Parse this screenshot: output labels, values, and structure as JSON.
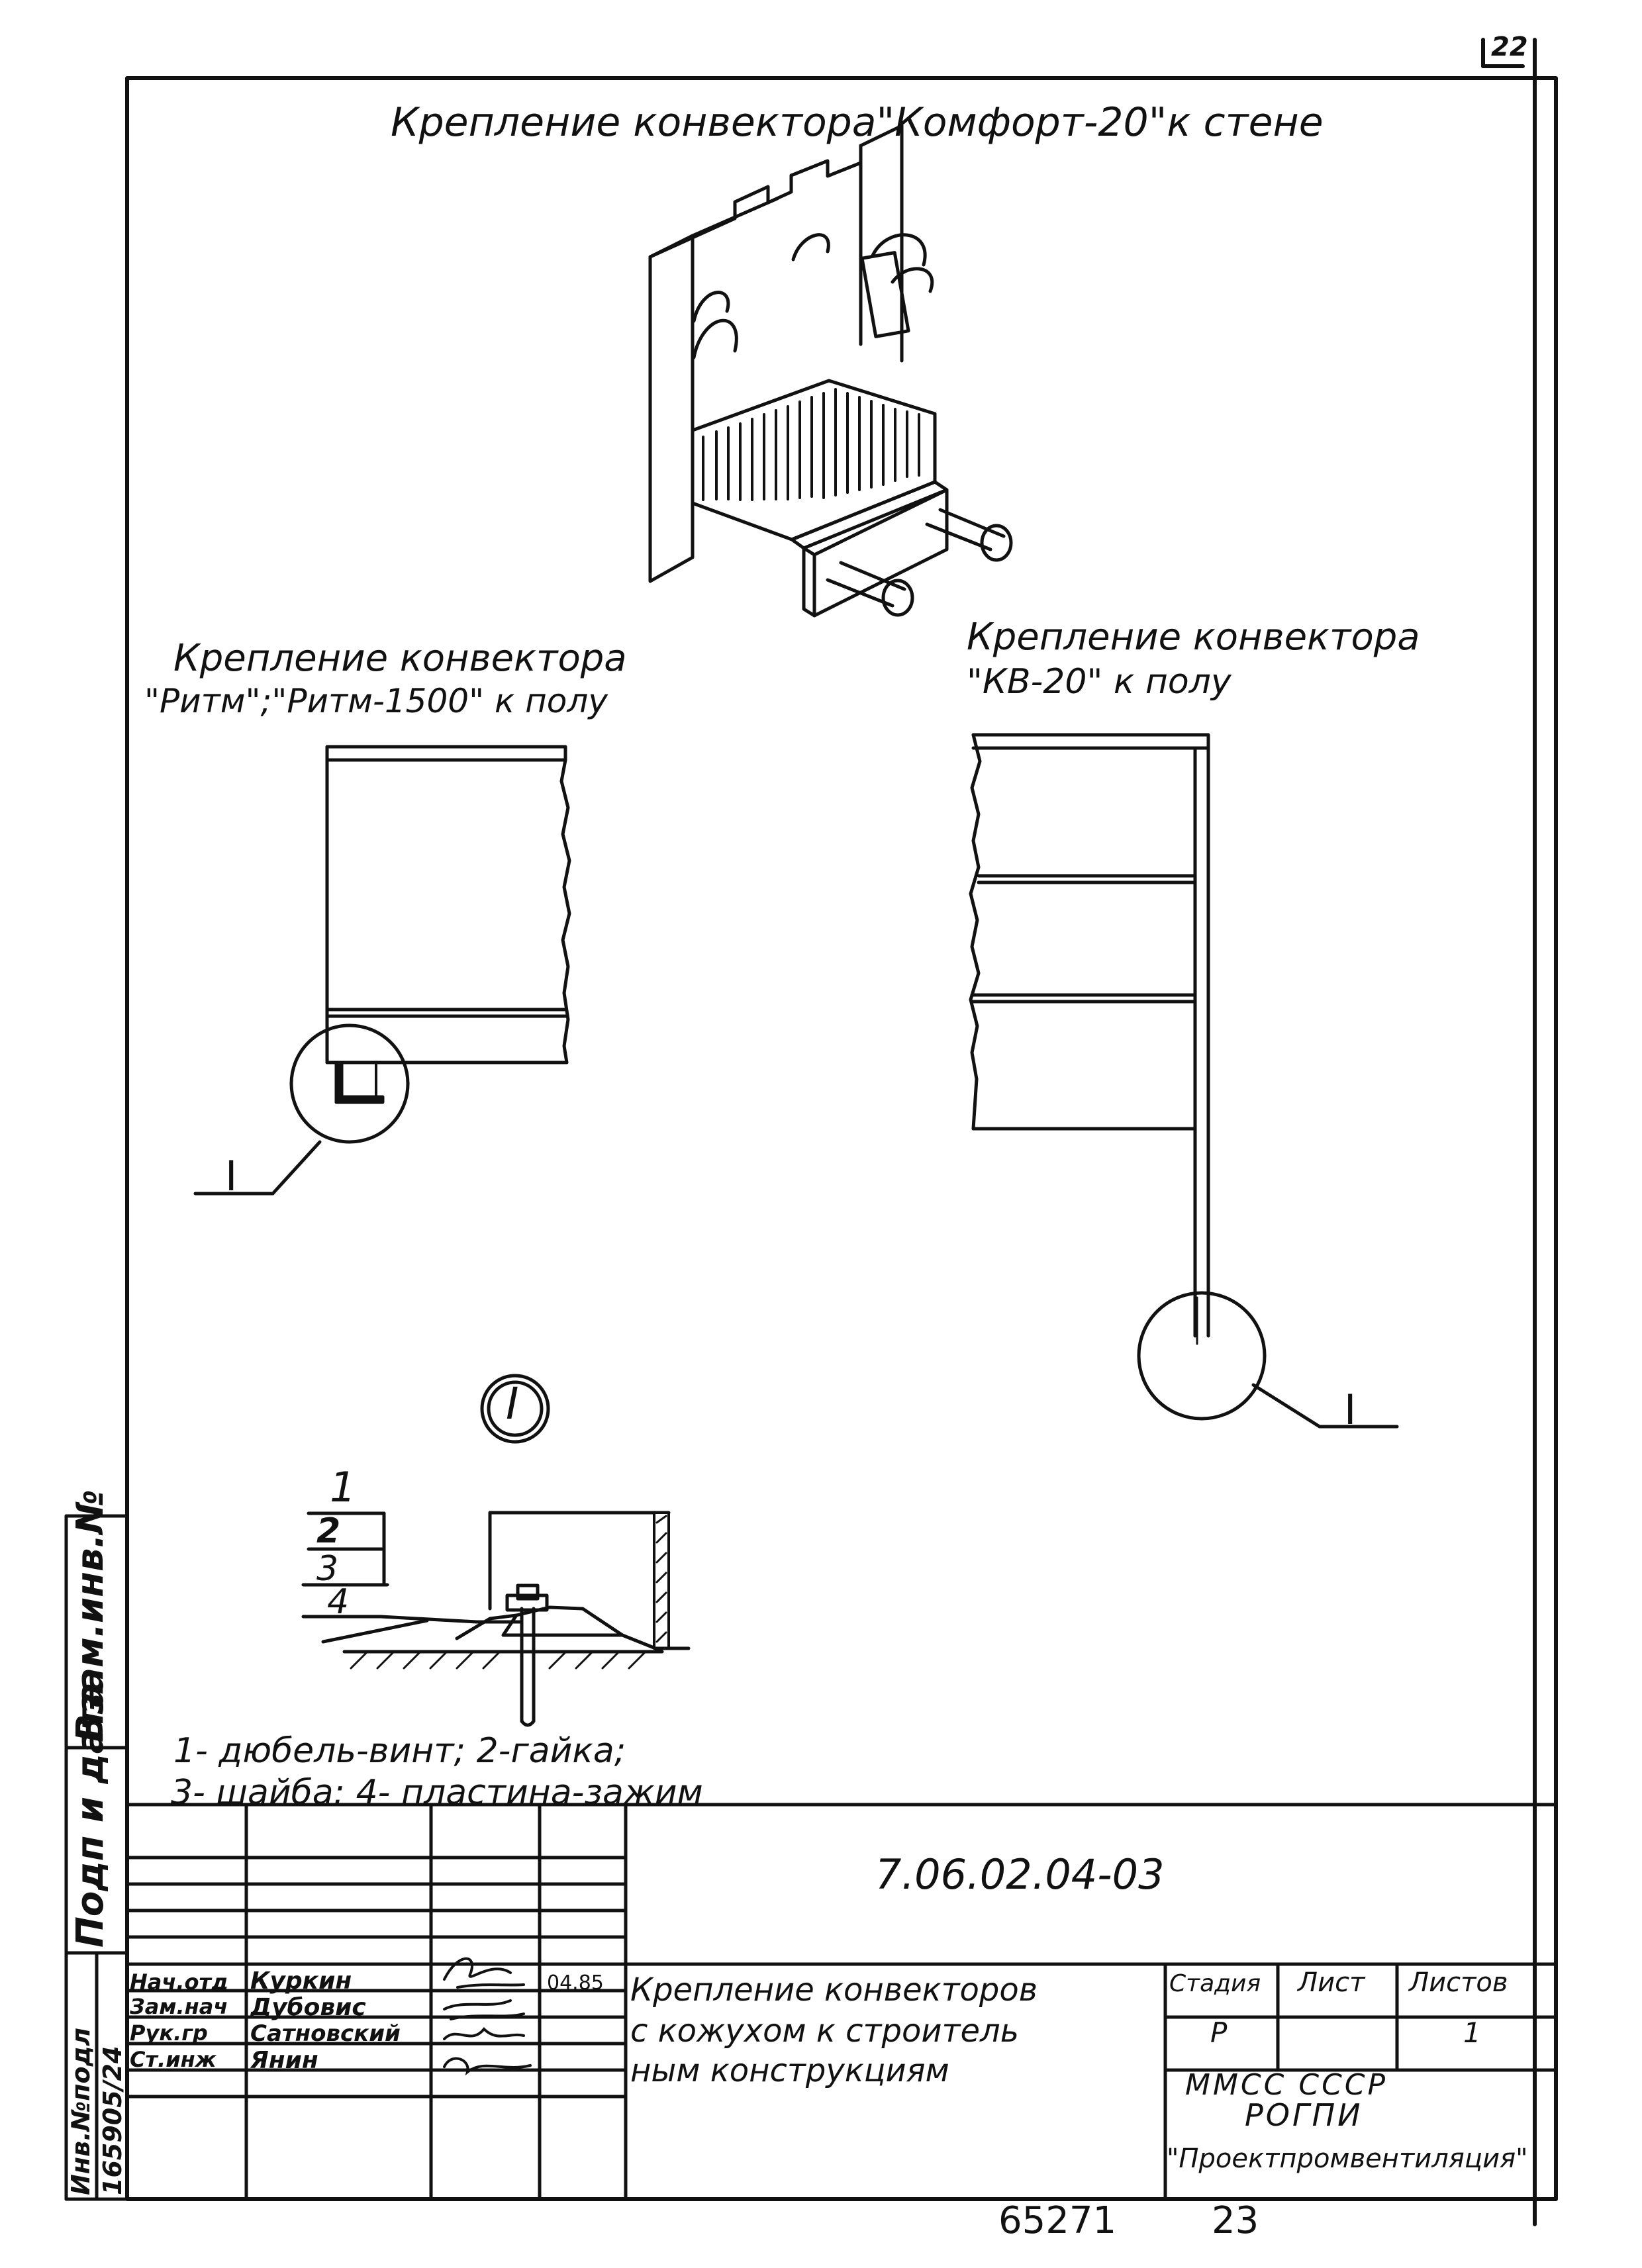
{
  "corner_mark": "22",
  "titles": {
    "main": "Крепление конвектора\"Комфорт-20\"к стене",
    "left_line1": "Крепление конвектора",
    "left_line2": "\"Ритм\";\"Ритм-1500\" к полу",
    "right_line1": "Крепление конвектора",
    "right_line2": "\"КВ-20\"  к полу"
  },
  "detail_marks": {
    "left_callout": "I",
    "right_callout": "I",
    "detail_circle": "I"
  },
  "detail_numbers": [
    "1",
    "2",
    "3",
    "4"
  ],
  "legend": {
    "line1": "1- дюбель-винт; 2-гайка;",
    "line2": "3- шайба:  4- пластина-зажим"
  },
  "stamp": {
    "doc_code": "7.06.02.04-03",
    "rows": [
      {
        "role": "Нач.отд",
        "name": "Куркин",
        "date": "04.85"
      },
      {
        "role": "Зам.нач",
        "name": "Дубовис",
        "date": ""
      },
      {
        "role": "Рук.гр",
        "name": "Сатновский",
        "date": ""
      },
      {
        "role": "Ст.инж",
        "name": "Янин",
        "date": ""
      }
    ],
    "title_lines": [
      "Крепление конвекторов",
      "с кожухом к строитель",
      "ным конструкциям"
    ],
    "stage_header": "Стадия",
    "sheet_header": "Лист",
    "sheets_header": "Листов",
    "stage": "Р",
    "sheets": "1",
    "org_line1": "ММСС  СССР",
    "org_line2": "РОГПИ",
    "org_line3": "\"Проектпромвентиляция\""
  },
  "side_strip": {
    "inv_label": "Инв.№подл",
    "inv_value": "165905/24",
    "sign_label": "Подп и дата",
    "replace_label": "Взам.инв.№"
  },
  "footer": {
    "code": "65271",
    "page": "23"
  }
}
